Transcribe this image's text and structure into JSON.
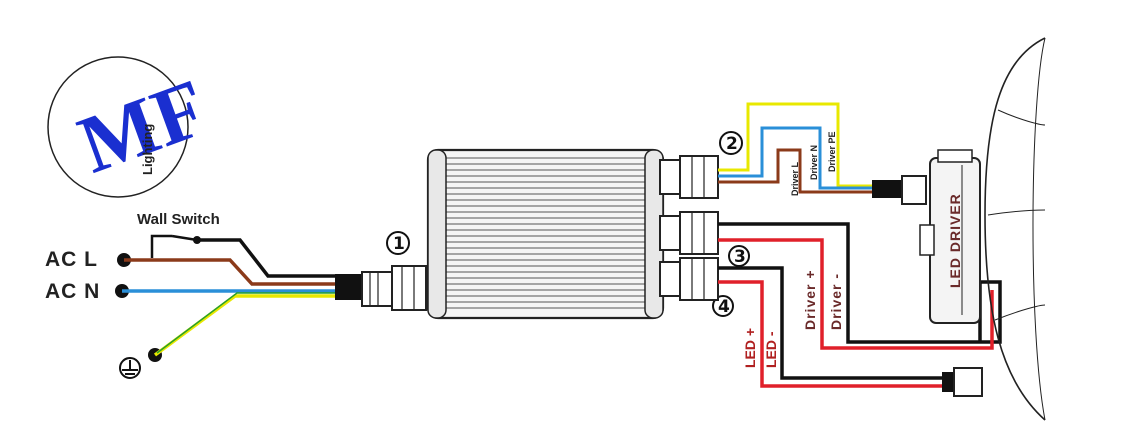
{
  "logo": {
    "mark": "MF",
    "text": "Lighting",
    "color": "#1a2fd0"
  },
  "labels": {
    "wall_switch": "Wall Switch",
    "ac_l": "AC  L",
    "ac_n": "AC  N",
    "driver_l": "Driver L",
    "driver_n": "Driver N",
    "driver_pe": "Driver PE",
    "driver_plus": "Driver +",
    "driver_minus": "Driver  -",
    "led_plus": "LED +",
    "led_minus": "LED -",
    "led_driver": "LED DRIVER"
  },
  "ports": [
    "1",
    "2",
    "3",
    "4"
  ],
  "ground_symbol": "⏚",
  "wire_colors": {
    "live": "#8b3a1a",
    "neutral": "#2a8fd8",
    "earth_yellow": "#e8e800",
    "earth_green": "#2aa02a",
    "positive": "#e0202a",
    "negative": "#111111"
  }
}
